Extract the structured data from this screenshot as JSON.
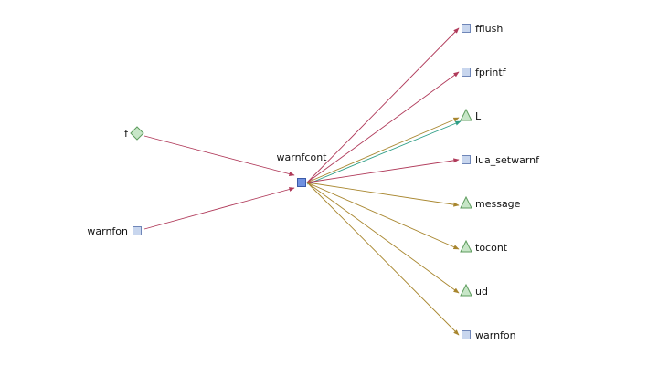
{
  "colors": {
    "edge_call": "#b03a5a",
    "edge_local": "#a8862e",
    "edge_extra": "#2e9e86",
    "node_square_fill": "#c8d6ee",
    "node_square_stroke": "#6f86b8",
    "node_focus_fill": "#6f90e0",
    "node_focus_stroke": "#3b5aa8",
    "node_triangle_fill": "#c7e6c7",
    "node_triangle_stroke": "#5e9c5e",
    "node_diamond_fill": "#c7e6c7",
    "node_diamond_stroke": "#5e9c5e"
  },
  "graph": {
    "center": {
      "label": "warnfcont",
      "shape": "square-focus"
    },
    "callers": [
      {
        "label": "f",
        "shape": "diamond"
      },
      {
        "label": "warnfon",
        "shape": "square"
      }
    ],
    "callees": [
      {
        "label": "fflush",
        "shape": "square",
        "edge": "call"
      },
      {
        "label": "fprintf",
        "shape": "square",
        "edge": "call"
      },
      {
        "label": "L",
        "shape": "triangle",
        "edge": "local",
        "extra_edge": true
      },
      {
        "label": "lua_setwarnf",
        "shape": "square",
        "edge": "call"
      },
      {
        "label": "message",
        "shape": "triangle",
        "edge": "local"
      },
      {
        "label": "tocont",
        "shape": "triangle",
        "edge": "local"
      },
      {
        "label": "ud",
        "shape": "triangle",
        "edge": "local"
      },
      {
        "label": "warnfon",
        "shape": "square",
        "edge": "local"
      }
    ]
  }
}
